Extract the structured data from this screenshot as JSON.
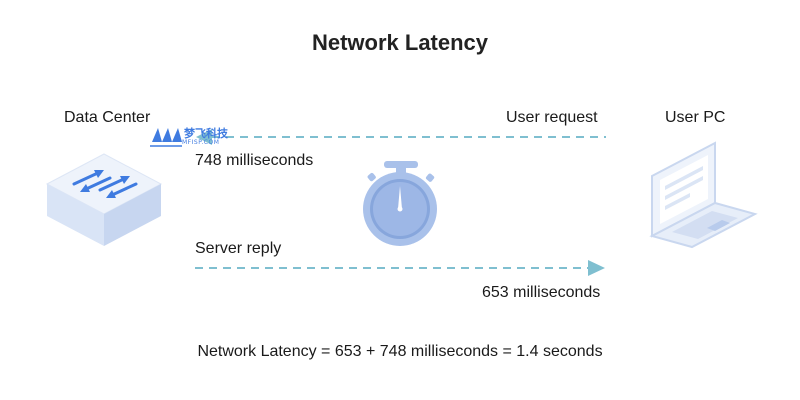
{
  "title": "Network Latency",
  "nodes": {
    "data_center": "Data Center",
    "user_pc": "User PC"
  },
  "request": {
    "label": "User request",
    "duration": "748 milliseconds"
  },
  "reply": {
    "label": "Server reply",
    "duration": "653 milliseconds"
  },
  "formula": "Network Latency = 653 + 748 milliseconds = 1.4 seconds",
  "watermark": {
    "text": "梦飞科技",
    "subtext": "MFISP.COM"
  },
  "colors": {
    "arrow": "#7fbfd0",
    "device_light": "#eef3fb",
    "device_mid": "#d7e2f4",
    "device_dark": "#c4d3ee",
    "accent": "#3f7be0",
    "stopwatch": "#a9c1ea"
  },
  "icons": [
    "server-switch-icon",
    "stopwatch-icon",
    "laptop-icon"
  ]
}
